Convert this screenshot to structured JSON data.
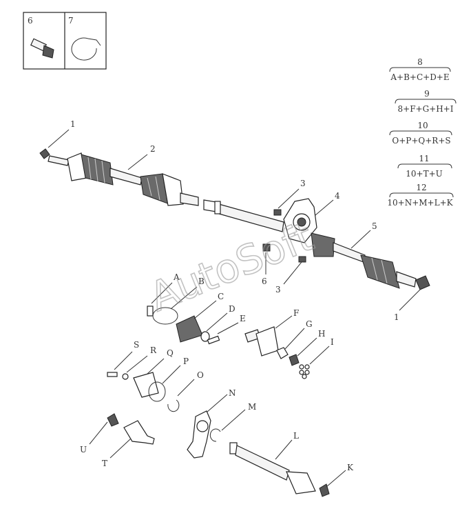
{
  "inset": {
    "left_number": "6",
    "right_number": "7"
  },
  "formulas": [
    {
      "number": "8",
      "expression": "A+B+C+D+E"
    },
    {
      "number": "9",
      "expression": "8+F+G+H+I"
    },
    {
      "number": "10",
      "expression": "O+P+Q+R+S"
    },
    {
      "number": "11",
      "expression": "10+T+U"
    },
    {
      "number": "12",
      "expression": "10+N+M+L+K"
    }
  ],
  "labels": {
    "n1_top": "1",
    "n2": "2",
    "n3_top": "3",
    "n4": "4",
    "n5": "5",
    "n6": "6",
    "n3_bottom": "3",
    "n1_right": "1",
    "A": "A",
    "B": "B",
    "C": "C",
    "D": "D",
    "E": "E",
    "F": "F",
    "G": "G",
    "H": "H",
    "I": "I",
    "S": "S",
    "R": "R",
    "Q": "Q",
    "P": "P",
    "O": "O",
    "N": "N",
    "M": "M",
    "L": "L",
    "K": "K",
    "U": "U",
    "T": "T"
  },
  "watermark": "AutoSoft"
}
